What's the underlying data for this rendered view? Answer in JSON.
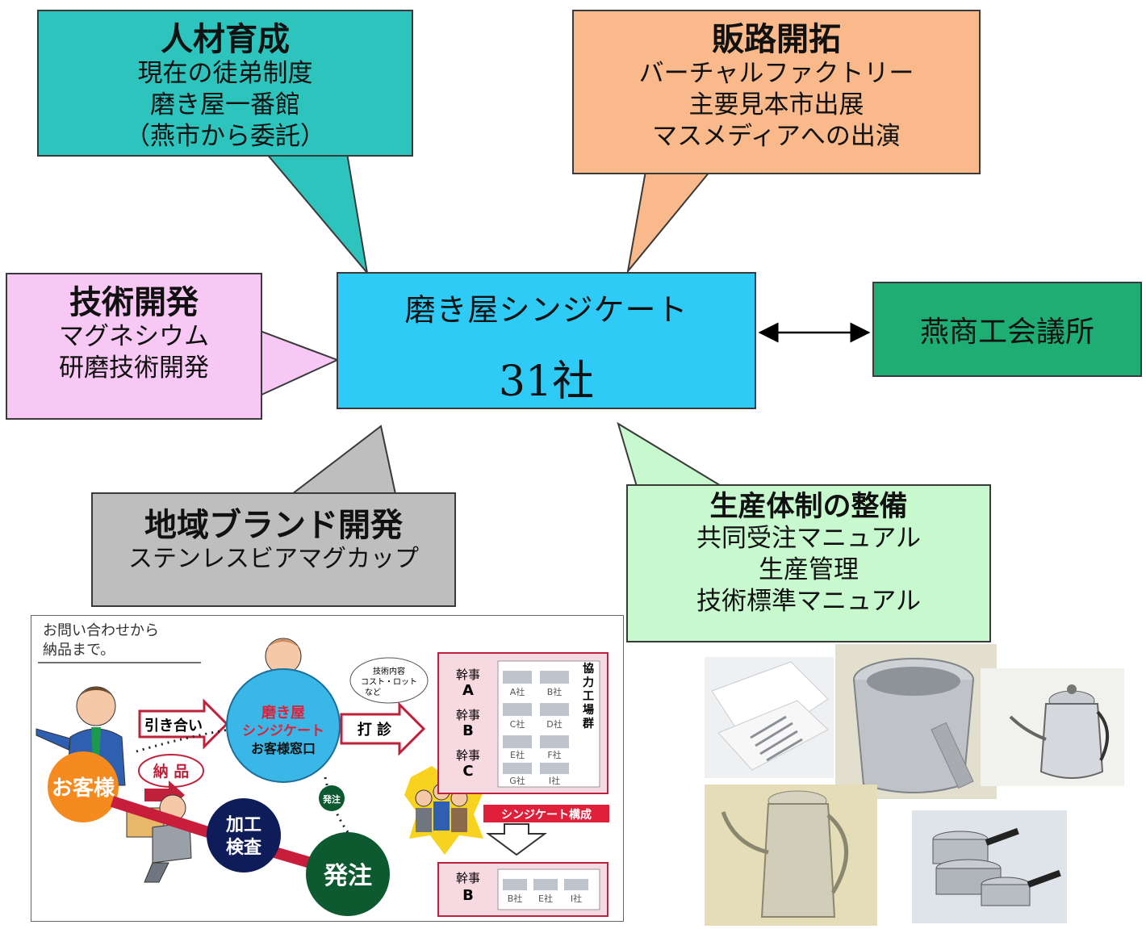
{
  "colors": {
    "teal": "#2EC4BE",
    "orange": "#F9B98A",
    "pink": "#F8C8F4",
    "center": "#2ECBF7",
    "green": "#1EAE74",
    "gray": "#BEBEBE",
    "lightgreen": "#C8F9CE"
  },
  "hr": {
    "title": "人材育成",
    "lines": [
      "現在の徒弟制度",
      "磨き屋一番館",
      "（燕市から委託）"
    ]
  },
  "sales": {
    "title": "販路開拓",
    "lines": [
      "バーチャルファクトリー",
      "主要見本市出展",
      "マスメディアへの出演"
    ]
  },
  "tech": {
    "title": "技術開発",
    "lines": [
      "マグネシウム",
      "研磨技術開発"
    ]
  },
  "center": {
    "name": "磨き屋シンジケート",
    "count": "31社"
  },
  "partner": {
    "name": "燕商工会議所"
  },
  "brand": {
    "title": "地域ブランド開発",
    "lines": [
      "ステンレスビアマグカップ"
    ]
  },
  "production": {
    "title": "生産体制の整備",
    "lines": [
      "共同受注マニュアル",
      "生産管理",
      "技術標準マニュアル"
    ]
  },
  "flow": {
    "caption_line1": "お問い合わせから",
    "caption_line2": "納品まで。",
    "customer": "お客様",
    "inquiry": "引き合い",
    "delivery": "納 品",
    "window_line1": "磨き屋",
    "window_line2": "シンジケート",
    "window_line3": "お客様窓口",
    "sounding": "打 診",
    "bubble_line1": "技術内容",
    "bubble_line2": "コスト・ロット",
    "bubble_line3": "など",
    "process_line1": "加工",
    "process_line2": "検査",
    "order_small": "発注",
    "order": "発注",
    "syndicate_config": "シンジケート構成",
    "leader": "幹事",
    "leaders": [
      "A",
      "B",
      "C"
    ],
    "group_label": "協力工場群",
    "factories": [
      "A社",
      "B社",
      "C社",
      "D社",
      "E社",
      "F社",
      "G社",
      "I社"
    ],
    "selected_leader": "B",
    "selected_factories": [
      "B社",
      "E社",
      "I社"
    ]
  }
}
